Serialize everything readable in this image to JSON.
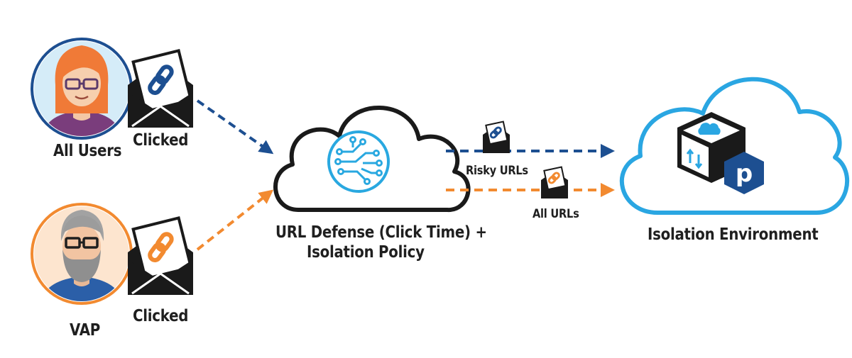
{
  "nodes": {
    "all_users": {
      "label": "All Users",
      "action": "Clicked",
      "color": "#1d4f91"
    },
    "vap": {
      "label": "VAP",
      "action": "Clicked",
      "color": "#f28a30"
    },
    "url_defense": {
      "label_line1": "URL Defense (Click Time) +",
      "label_line2": "Isolation Policy",
      "color": "#29a8e0"
    },
    "isolation": {
      "label": "Isolation Environment",
      "color": "#2aa6e2",
      "badge_letter": "p"
    }
  },
  "edges": {
    "risky": {
      "label": "Risky URLs",
      "color": "#1d4f91"
    },
    "all": {
      "label": "All URLs",
      "color": "#f28a30"
    }
  },
  "icons": [
    "user-avatar-female",
    "user-avatar-bearded-man",
    "envelope-link-icon",
    "circuit-icon",
    "isolation-cube-icon",
    "proofpoint-p-icon"
  ]
}
